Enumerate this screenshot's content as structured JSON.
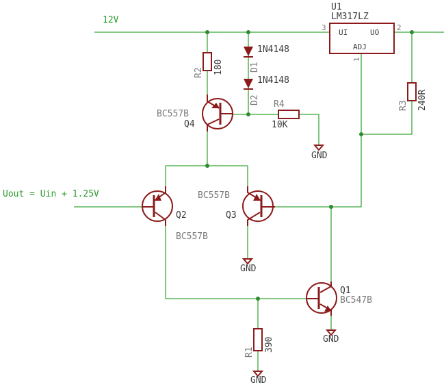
{
  "colors": {
    "wire": "#3aa63a",
    "junction": "#2e8b2e",
    "part": "#8b1a1a",
    "label_gray": "#7a7a7a",
    "label_dark": "#3a3a3a",
    "net_label": "#2e9a2e"
  },
  "nets": {
    "supply": "12V",
    "output": "Uout = Uin + 1.25V",
    "ground": "GND"
  },
  "components": {
    "u1": {
      "ref": "U1",
      "value": "LM317LZ",
      "pin_in": "UI",
      "pin_out": "UO",
      "pin_adj": "ADJ",
      "pin3": "3",
      "pin2": "2",
      "pin1": "1"
    },
    "r1": {
      "ref": "R1",
      "value": "390"
    },
    "r2": {
      "ref": "R2",
      "value": "180"
    },
    "r3": {
      "ref": "R3",
      "value": "240R"
    },
    "r4": {
      "ref": "R4",
      "value": "10K"
    },
    "d1": {
      "ref": "D1",
      "value": "1N4148"
    },
    "d2": {
      "ref": "D2",
      "value": "1N4148"
    },
    "q1": {
      "ref": "Q1",
      "value": "BC547B"
    },
    "q2": {
      "ref": "Q2",
      "value": "BC557B"
    },
    "q3": {
      "ref": "Q3",
      "value": "BC557B"
    },
    "q4": {
      "ref": "Q4",
      "value": "BC557B"
    }
  }
}
